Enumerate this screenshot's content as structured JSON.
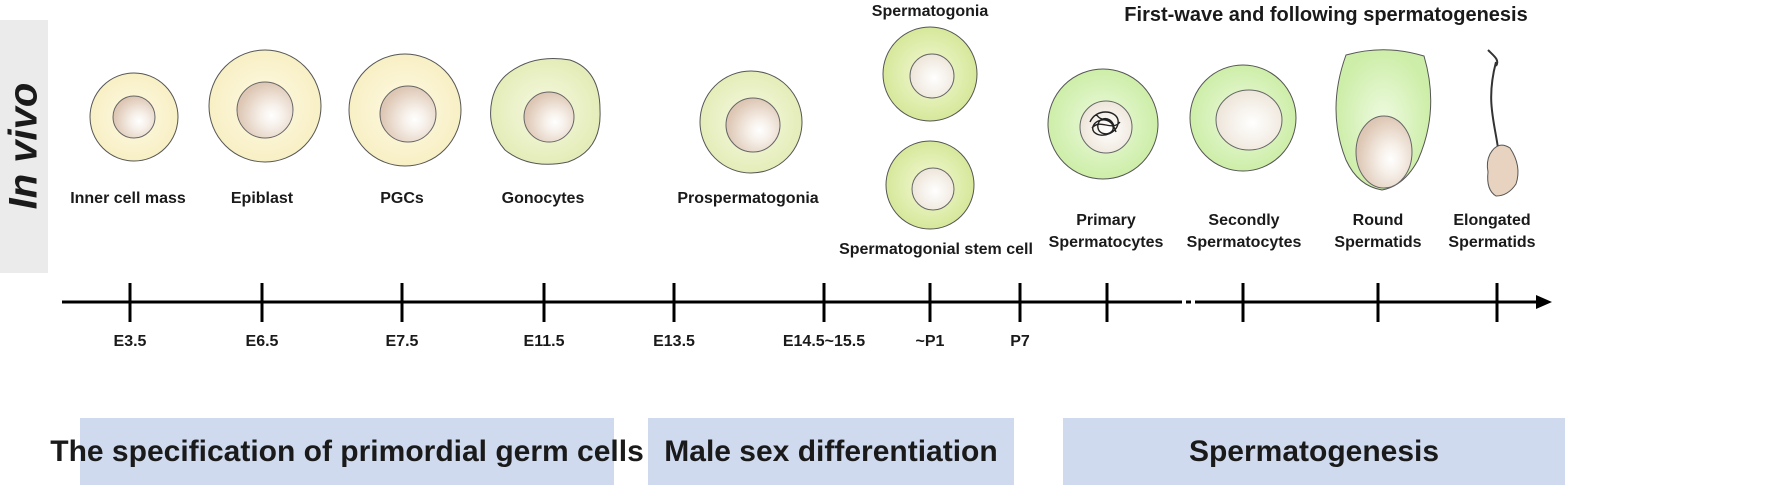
{
  "side_label": "In vivo",
  "group_title": "First-wave and following spermatogenesis",
  "cells": [
    {
      "label": "Inner cell mass"
    },
    {
      "label": "Epiblast"
    },
    {
      "label": "PGCs"
    },
    {
      "label": "Gonocytes"
    },
    {
      "label": "Prospermatogonia"
    },
    {
      "label": "Spermatogonia"
    },
    {
      "label": "Spermatogonial stem cell"
    },
    {
      "label": "Primary\nSpermatocytes"
    },
    {
      "label": "Secondly\nSpermatocytes"
    },
    {
      "label": "Round\nSpermatids"
    },
    {
      "label": "Elongated\nSpermatids"
    }
  ],
  "timeline": {
    "ticks": [
      "E3.5",
      "E6.5",
      "E7.5",
      "E11.5",
      "E13.5",
      "E14.5~15.5",
      "~P1",
      "P7"
    ],
    "ellipsis": "....."
  },
  "phases": [
    {
      "label": "The specification of primordial germ cells"
    },
    {
      "label": "Male sex differentiation"
    },
    {
      "label": "Spermatogenesis"
    }
  ],
  "colors": {
    "yellow_cell": "#fcf6d6",
    "yellowgreen_cell": "#eef4d2",
    "green_cell": "#dff4c4",
    "nucleus": "#e8d8c8",
    "phase_bg": "#cfdaee",
    "side_bg": "#ebebeb"
  }
}
